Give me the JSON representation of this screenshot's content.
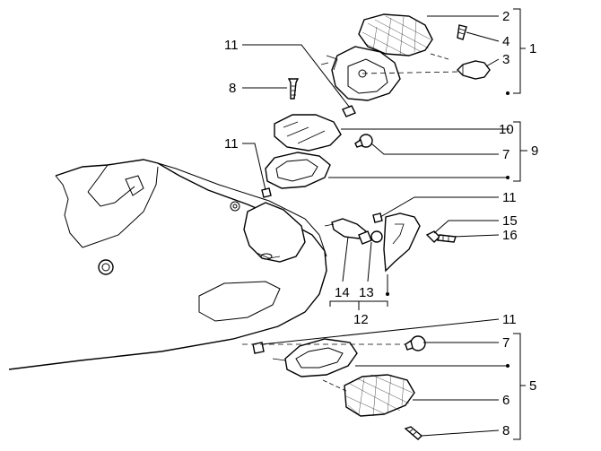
{
  "callouts": {
    "c1": "1",
    "c2": "2",
    "c3": "3",
    "c4": "4",
    "c5": "5",
    "c6": "6",
    "c7a": "7",
    "c7b": "7",
    "c8a": "8",
    "c8b": "8",
    "c9": "9",
    "c10": "10",
    "c11a": "11",
    "c11b": "11",
    "c11c": "11",
    "c11d": "11",
    "c12": "12",
    "c13": "13",
    "c14": "14",
    "c15": "15",
    "c16": "16"
  }
}
